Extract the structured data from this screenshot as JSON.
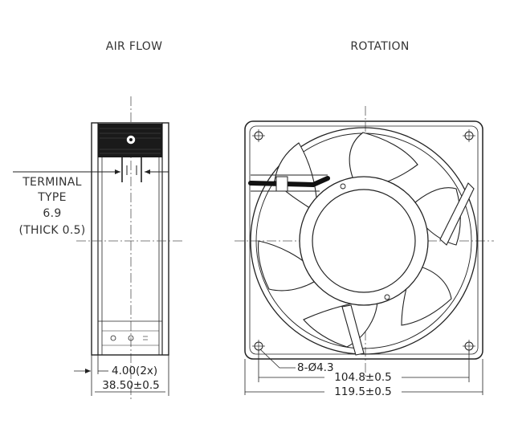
{
  "views": {
    "side": {
      "title": "AIR FLOW"
    },
    "front": {
      "title": "ROTATION"
    }
  },
  "terminal_note": {
    "line1": "TERMINAL",
    "line2": "TYPE",
    "line3": "6.9",
    "line4": "(THICK 0.5)"
  },
  "dimensions": {
    "terminal_offset": "4.00(2x)",
    "depth": "38.50±0.5",
    "hole_spec": "8-Ø4.3",
    "hole_pitch": "104.8±0.5",
    "overall_width": "119.5±0.5"
  }
}
